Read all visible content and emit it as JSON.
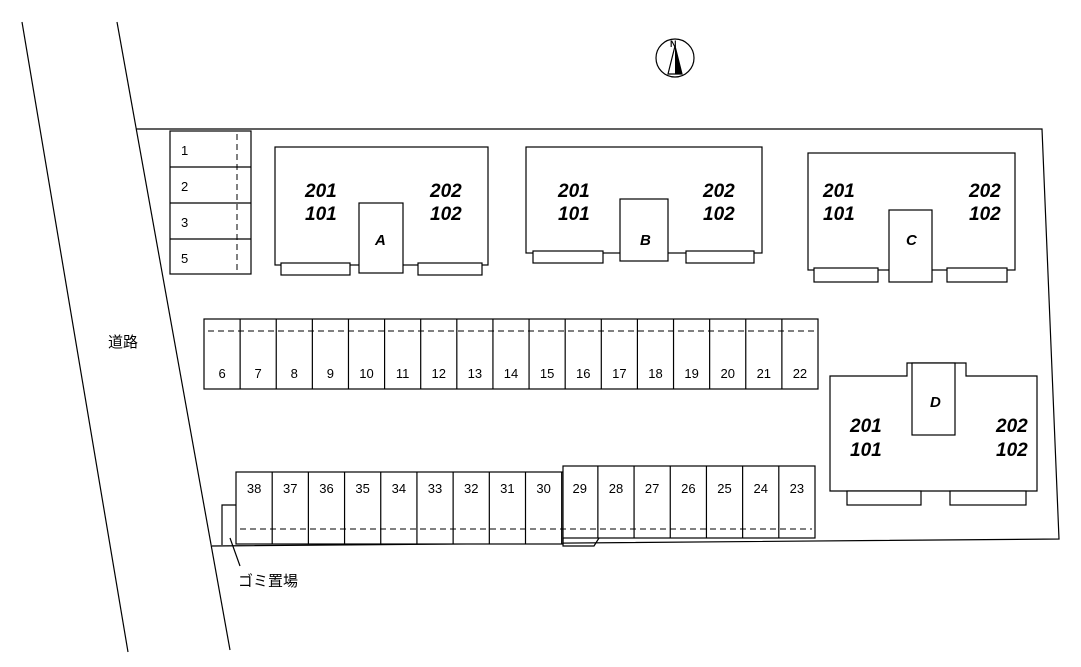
{
  "road_label": "道路",
  "garbage_label": "ゴミ置場",
  "compass_letter": "N",
  "compass_icon": "north-arrow-icon",
  "buildings": [
    {
      "label": "A",
      "tl": "201",
      "bl": "101",
      "tr": "202",
      "br": "102"
    },
    {
      "label": "B",
      "tl": "201",
      "bl": "101",
      "tr": "202",
      "br": "102"
    },
    {
      "label": "C",
      "tl": "201",
      "bl": "101",
      "tr": "202",
      "br": "102"
    },
    {
      "label": "D",
      "tl": "201",
      "bl": "101",
      "tr": "202",
      "br": "102"
    }
  ],
  "parking_left": [
    "1",
    "2",
    "3",
    "5"
  ],
  "parking_middle": [
    "6",
    "7",
    "8",
    "9",
    "10",
    "11",
    "12",
    "13",
    "14",
    "15",
    "16",
    "17",
    "18",
    "19",
    "20",
    "21",
    "22"
  ],
  "parking_bottom": [
    "38",
    "37",
    "36",
    "35",
    "34",
    "33",
    "32",
    "31",
    "30",
    "29",
    "28",
    "27",
    "26",
    "25",
    "24",
    "23"
  ]
}
